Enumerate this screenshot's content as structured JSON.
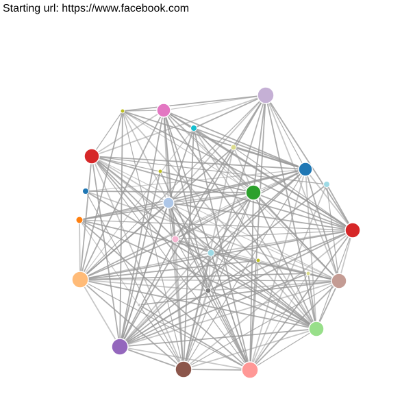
{
  "caption": "Starting url: https://www.facebook.com",
  "graph": {
    "node_stroke": "#ffffff",
    "link_color": "#999999",
    "nodes": [
      {
        "id": "n0",
        "color": "#c5b0d5",
        "r": 12
      },
      {
        "id": "n1",
        "color": "#e377c2",
        "r": 10
      },
      {
        "id": "n2",
        "color": "#bcbd22",
        "r": 3
      },
      {
        "id": "n3",
        "color": "#17becf",
        "r": 4.5
      },
      {
        "id": "n4",
        "color": "#dbdb8d",
        "r": 4
      },
      {
        "id": "n5",
        "color": "#d62728",
        "r": 11
      },
      {
        "id": "n6",
        "color": "#bcbd22",
        "r": 3
      },
      {
        "id": "n7",
        "color": "#1f77b4",
        "r": 10
      },
      {
        "id": "n8",
        "color": "#9edae5",
        "r": 4.5
      },
      {
        "id": "n9",
        "color": "#1f77b4",
        "r": 4.5
      },
      {
        "id": "n10",
        "color": "#2ca02c",
        "r": 11
      },
      {
        "id": "n11",
        "color": "#aec7e8",
        "r": 8
      },
      {
        "id": "n12",
        "color": "#ff7f0e",
        "r": 5
      },
      {
        "id": "n13",
        "color": "#d62728",
        "r": 11
      },
      {
        "id": "n14",
        "color": "#f7b6d2",
        "r": 5
      },
      {
        "id": "n15",
        "color": "#9edae5",
        "r": 5
      },
      {
        "id": "n16",
        "color": "#bcbd22",
        "r": 3
      },
      {
        "id": "n17",
        "color": "#ffbb78",
        "r": 12
      },
      {
        "id": "n18",
        "color": "#dbdb8d",
        "r": 3
      },
      {
        "id": "n19",
        "color": "#c49c94",
        "r": 11
      },
      {
        "id": "n20",
        "color": "#7f7f7f",
        "r": 4
      },
      {
        "id": "n21",
        "color": "#c7c7c7",
        "r": 2.5
      },
      {
        "id": "n22",
        "color": "#98df8a",
        "r": 11
      },
      {
        "id": "n23",
        "color": "#9467bd",
        "r": 12
      },
      {
        "id": "n24",
        "color": "#8c564b",
        "r": 12
      },
      {
        "id": "n25",
        "color": "#ff9896",
        "r": 12
      }
    ],
    "links": [
      [
        0,
        1
      ],
      [
        0,
        2
      ],
      [
        0,
        3
      ],
      [
        0,
        5
      ],
      [
        0,
        7
      ],
      [
        0,
        10
      ],
      [
        0,
        11
      ],
      [
        0,
        13
      ],
      [
        0,
        17
      ],
      [
        0,
        19
      ],
      [
        0,
        22
      ],
      [
        0,
        23
      ],
      [
        0,
        24
      ],
      [
        0,
        25
      ],
      [
        0,
        14
      ],
      [
        0,
        20
      ],
      [
        1,
        2
      ],
      [
        1,
        3
      ],
      [
        1,
        5
      ],
      [
        1,
        7
      ],
      [
        1,
        10
      ],
      [
        1,
        11
      ],
      [
        1,
        13
      ],
      [
        1,
        17
      ],
      [
        1,
        19
      ],
      [
        1,
        22
      ],
      [
        1,
        23
      ],
      [
        1,
        24
      ],
      [
        1,
        25
      ],
      [
        1,
        14
      ],
      [
        1,
        15
      ],
      [
        1,
        20
      ],
      [
        2,
        5
      ],
      [
        2,
        11
      ],
      [
        2,
        17
      ],
      [
        2,
        23
      ],
      [
        2,
        10
      ],
      [
        2,
        7
      ],
      [
        2,
        13
      ],
      [
        2,
        22
      ],
      [
        2,
        24
      ],
      [
        3,
        7
      ],
      [
        3,
        10
      ],
      [
        3,
        13
      ],
      [
        3,
        19
      ],
      [
        3,
        22
      ],
      [
        3,
        24
      ],
      [
        3,
        25
      ],
      [
        3,
        17
      ],
      [
        3,
        23
      ],
      [
        4,
        7
      ],
      [
        4,
        10
      ],
      [
        4,
        13
      ],
      [
        4,
        17
      ],
      [
        4,
        24
      ],
      [
        5,
        7
      ],
      [
        5,
        10
      ],
      [
        5,
        11
      ],
      [
        5,
        13
      ],
      [
        5,
        17
      ],
      [
        5,
        19
      ],
      [
        5,
        22
      ],
      [
        5,
        23
      ],
      [
        5,
        24
      ],
      [
        5,
        25
      ],
      [
        5,
        14
      ],
      [
        5,
        15
      ],
      [
        5,
        20
      ],
      [
        5,
        8
      ],
      [
        6,
        10
      ],
      [
        6,
        23
      ],
      [
        6,
        25
      ],
      [
        7,
        10
      ],
      [
        7,
        11
      ],
      [
        7,
        12
      ],
      [
        7,
        13
      ],
      [
        7,
        17
      ],
      [
        7,
        19
      ],
      [
        7,
        22
      ],
      [
        7,
        23
      ],
      [
        7,
        24
      ],
      [
        7,
        25
      ],
      [
        7,
        14
      ],
      [
        7,
        15
      ],
      [
        7,
        9
      ],
      [
        8,
        13
      ],
      [
        8,
        23
      ],
      [
        8,
        25
      ],
      [
        8,
        19
      ],
      [
        9,
        10
      ],
      [
        9,
        19
      ],
      [
        9,
        22
      ],
      [
        9,
        24
      ],
      [
        10,
        11
      ],
      [
        10,
        12
      ],
      [
        10,
        13
      ],
      [
        10,
        17
      ],
      [
        10,
        19
      ],
      [
        10,
        22
      ],
      [
        10,
        23
      ],
      [
        10,
        24
      ],
      [
        10,
        25
      ],
      [
        10,
        14
      ],
      [
        10,
        15
      ],
      [
        10,
        20
      ],
      [
        11,
        12
      ],
      [
        11,
        13
      ],
      [
        11,
        17
      ],
      [
        11,
        19
      ],
      [
        11,
        22
      ],
      [
        11,
        23
      ],
      [
        11,
        24
      ],
      [
        11,
        25
      ],
      [
        11,
        14
      ],
      [
        11,
        15
      ],
      [
        11,
        20
      ],
      [
        12,
        13
      ],
      [
        12,
        17
      ],
      [
        12,
        19
      ],
      [
        12,
        22
      ],
      [
        12,
        24
      ],
      [
        12,
        25
      ],
      [
        13,
        17
      ],
      [
        13,
        19
      ],
      [
        13,
        22
      ],
      [
        13,
        23
      ],
      [
        13,
        24
      ],
      [
        13,
        25
      ],
      [
        13,
        14
      ],
      [
        13,
        15
      ],
      [
        13,
        20
      ],
      [
        14,
        17
      ],
      [
        14,
        19
      ],
      [
        14,
        22
      ],
      [
        14,
        23
      ],
      [
        14,
        24
      ],
      [
        14,
        25
      ],
      [
        14,
        15
      ],
      [
        15,
        17
      ],
      [
        15,
        19
      ],
      [
        15,
        22
      ],
      [
        15,
        23
      ],
      [
        15,
        24
      ],
      [
        15,
        25
      ],
      [
        15,
        20
      ],
      [
        16,
        17
      ],
      [
        16,
        23
      ],
      [
        16,
        25
      ],
      [
        17,
        19
      ],
      [
        17,
        22
      ],
      [
        17,
        23
      ],
      [
        17,
        24
      ],
      [
        17,
        25
      ],
      [
        17,
        20
      ],
      [
        17,
        18
      ],
      [
        18,
        23
      ],
      [
        18,
        25
      ],
      [
        18,
        22
      ],
      [
        19,
        22
      ],
      [
        19,
        23
      ],
      [
        19,
        24
      ],
      [
        19,
        25
      ],
      [
        19,
        20
      ],
      [
        19,
        21
      ],
      [
        20,
        23
      ],
      [
        20,
        24
      ],
      [
        20,
        25
      ],
      [
        20,
        22
      ],
      [
        21,
        24
      ],
      [
        21,
        25
      ],
      [
        22,
        23
      ],
      [
        22,
        24
      ],
      [
        22,
        25
      ],
      [
        23,
        24
      ],
      [
        23,
        25
      ],
      [
        24,
        25
      ]
    ]
  }
}
